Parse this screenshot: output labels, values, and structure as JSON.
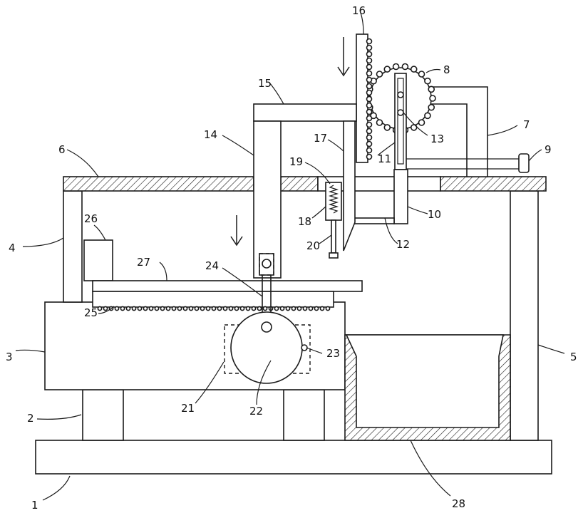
{
  "diagram": {
    "labels": {
      "l1": "1",
      "l2": "2",
      "l3": "3",
      "l4": "4",
      "l5": "5",
      "l6": "6",
      "l7": "7",
      "l8": "8",
      "l9": "9",
      "l10": "10",
      "l11": "11",
      "l12": "12",
      "l13": "13",
      "l14": "14",
      "l15": "15",
      "l16": "16",
      "l17": "17",
      "l18": "18",
      "l19": "19",
      "l20": "20",
      "l21": "21",
      "l22": "22",
      "l23": "23",
      "l24": "24",
      "l25": "25",
      "l26": "26",
      "l27": "27",
      "l28": "28"
    },
    "colors": {
      "line": "#1a1a1a",
      "background": "#ffffff"
    }
  }
}
